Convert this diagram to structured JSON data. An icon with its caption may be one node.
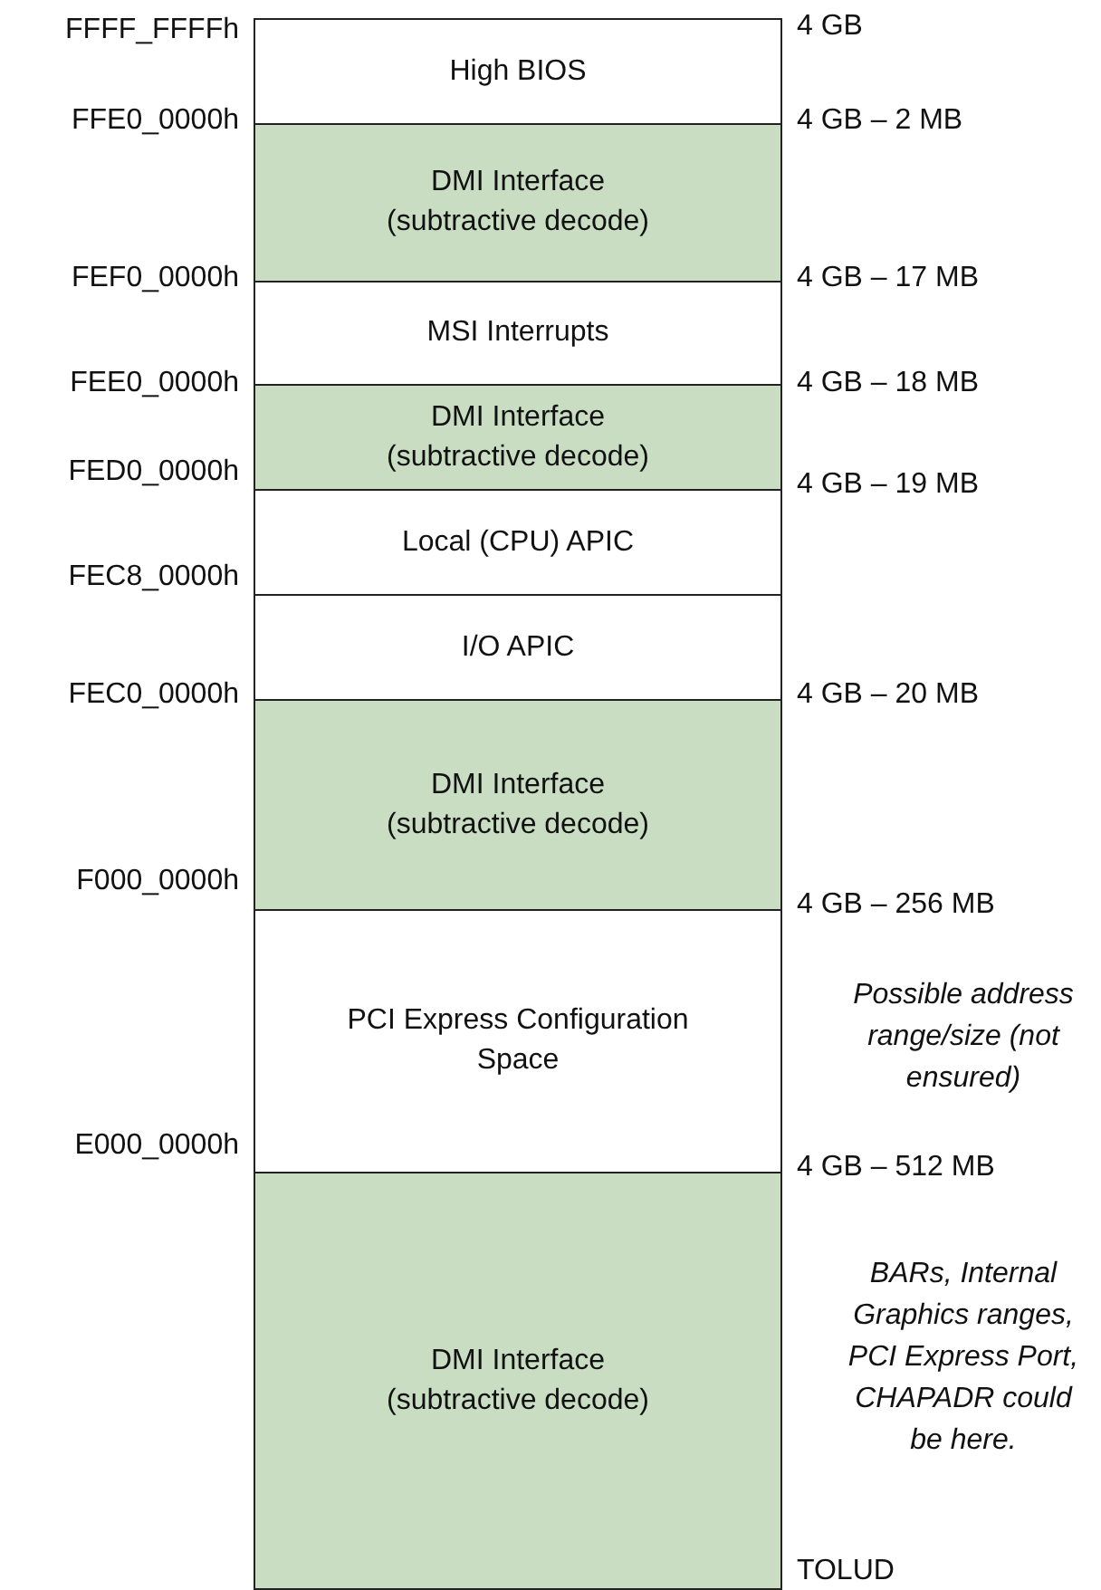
{
  "diagram": {
    "nodes": [
      {
        "text": [
          "High BIOS"
        ]
      },
      {
        "text": [
          "DMI Interface",
          "(subtractive decode)"
        ]
      },
      {
        "text": [
          "MSI Interrupts"
        ]
      },
      {
        "text": [
          "DMI Interface",
          "(subtractive decode)"
        ]
      },
      {
        "text": [
          "Local (CPU) APIC"
        ]
      },
      {
        "text": [
          "I/O APIC"
        ]
      },
      {
        "text": [
          "DMI Interface",
          "(subtractive decode)"
        ]
      },
      {
        "text": [
          "PCI Express Configuration Space"
        ]
      },
      {
        "text": [
          "DMI Interface",
          "(subtractive decode)"
        ]
      }
    ],
    "labels": [
      "FFFF_FFFFh",
      "4 GB",
      "FFE0_0000h",
      "4 GB – 2 MB",
      "FEF0_0000h",
      "4 GB – 17 MB",
      "FEE0_0000h",
      "4 GB – 18 MB",
      "FED0_0000h",
      "4 GB – 19 MB",
      "FEC8_0000h",
      "FEC0_0000h",
      "4 GB – 20 MB",
      "F000_0000h",
      "4 GB – 256 MB",
      "Possible address range/size (not ensured)",
      "E000_0000h",
      "4 GB – 512 MB",
      "BARs, Internal Graphics ranges, PCI Express Port, CHAPADR could be here.",
      "TOLUD"
    ]
  }
}
